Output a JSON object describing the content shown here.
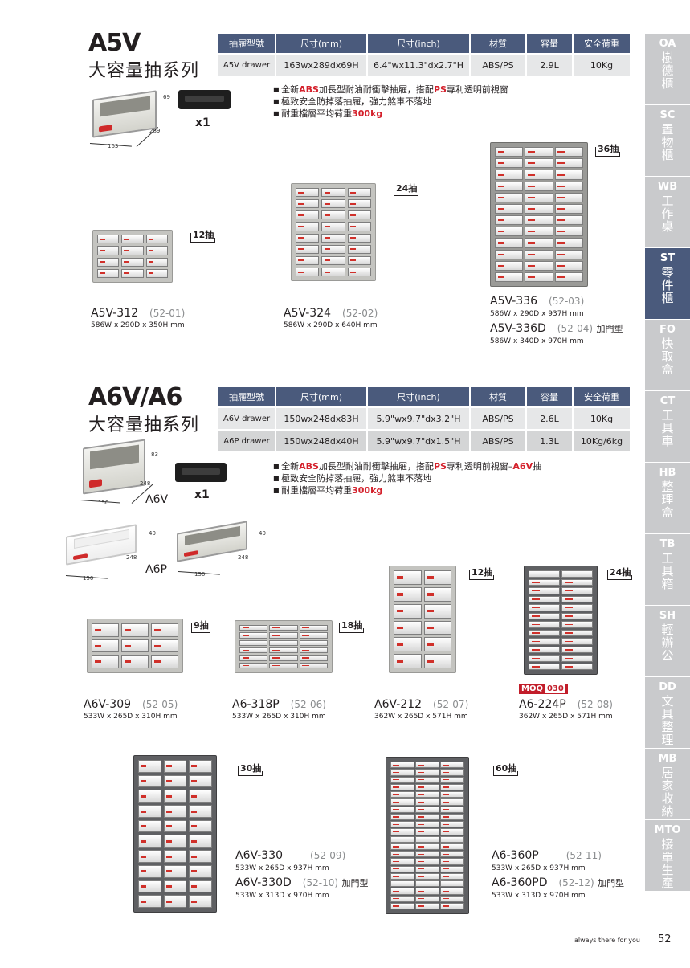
{
  "section_a5v": {
    "code": "A5V",
    "name": "大容量抽系列",
    "table": {
      "headers": [
        "抽屜型號",
        "尺寸(mm)",
        "尺寸(inch)",
        "材質",
        "容量",
        "安全荷重"
      ],
      "rows": [
        [
          "A5V drawer",
          "163wx289dx69H",
          "6.4\"wx11.3\"dx2.7\"H",
          "ABS/PS",
          "2.9L",
          "10Kg"
        ]
      ]
    },
    "features": [
      {
        "pre": "全新",
        "red": "ABS",
        "mid": "加長型耐油耐衝擊抽屜，搭配",
        "red2": "PS",
        "post": "專利透明前視窗"
      },
      {
        "pre": "極致安全防掉落抽屜，強力煞車不落地",
        "red": "",
        "mid": "",
        "red2": "",
        "post": ""
      },
      {
        "pre": "耐重檔層平均荷重",
        "red": "300kg",
        "mid": "",
        "red2": "",
        "post": ""
      }
    ],
    "drawer_dims": {
      "w": "163",
      "d": "289",
      "h": "69"
    },
    "handle_qty": "x1",
    "products": [
      {
        "badge": "12抽",
        "model": "A5V-312",
        "code": "(52-01)",
        "dims": "586W x 290D x 350H mm"
      },
      {
        "badge": "24抽",
        "model": "A5V-324",
        "code": "(52-02)",
        "dims": "586W x 290D x 640H mm"
      },
      {
        "badge": "36抽",
        "model": "A5V-336",
        "code": "(52-03)",
        "dims": "586W x 290D x 937H mm",
        "model2": "A5V-336D",
        "code2": "(52-04)",
        "door": "加門型",
        "dims2": "586W x 340D x 970H mm"
      }
    ]
  },
  "section_a6": {
    "code": "A6V/A6",
    "name": "大容量抽系列",
    "table": {
      "headers": [
        "抽屜型號",
        "尺寸(mm)",
        "尺寸(inch)",
        "材質",
        "容量",
        "安全荷重"
      ],
      "rows": [
        [
          "A6V drawer",
          "150wx248dx83H",
          "5.9\"wx9.7\"dx3.2\"H",
          "ABS/PS",
          "2.6L",
          "10Kg"
        ],
        [
          "A6P drawer",
          "150wx248dx40H",
          "5.9\"wx9.7\"dx1.5\"H",
          "ABS/PS",
          "1.3L",
          "10Kg/6kg"
        ]
      ]
    },
    "features": [
      {
        "pre": "全新",
        "red": "ABS",
        "mid": "加長型耐油耐衝擊抽屜，搭配",
        "red2": "PS",
        "post": "專利透明前視窗–",
        "red3": "A6V",
        "post2": "抽"
      },
      {
        "pre": "極致安全防掉落抽屜，強力煞車不落地",
        "red": "",
        "mid": "",
        "red2": "",
        "post": "",
        "red3": "",
        "post2": ""
      },
      {
        "pre": "耐重檔層平均荷重",
        "red": "300kg",
        "mid": "",
        "red2": "",
        "post": "",
        "red3": "",
        "post2": ""
      }
    ],
    "a6v_label": "A6V",
    "a6p_label": "A6P",
    "handle_qty": "x1",
    "a6v_dims": {
      "w": "150",
      "d": "248",
      "h": "83"
    },
    "a6p_dims": {
      "w": "150",
      "d": "248",
      "h": "40"
    },
    "a6p2_dims": {
      "w": "150",
      "d": "248",
      "h": "40"
    },
    "products": [
      {
        "badge": "9抽",
        "model": "A6V-309",
        "code": "(52-05)",
        "dims": "533W x 265D x 310H mm"
      },
      {
        "badge": "18抽",
        "model": "A6-318P",
        "code": "(52-06)",
        "dims": "533W x 265D x 310H mm"
      },
      {
        "badge": "12抽",
        "model": "A6V-212",
        "code": "(52-07)",
        "dims": "362W x 265D x 571H mm"
      },
      {
        "badge": "24抽",
        "model": "A6-224P",
        "code": "(52-08)",
        "dims": "362W x 265D x 571H mm",
        "moq_label": "MOQ",
        "moq_value": "030"
      },
      {
        "badge": "30抽",
        "model": "A6V-330",
        "code": "(52-09)",
        "dims": "533W x 265D x 937H mm",
        "model2": "A6V-330D",
        "code2": "(52-10)",
        "door": "加門型",
        "dims2": "533W x 313D x 970H mm"
      },
      {
        "badge": "60抽",
        "model": "A6-360P",
        "code": "(52-11)",
        "dims": "533W x 265D x 937H mm",
        "model2": "A6-360PD",
        "code2": "(52-12)",
        "door": "加門型",
        "dims2": "533W x 313D x 970H mm"
      }
    ]
  },
  "side_tabs": [
    {
      "abbr": "OA",
      "zh": "樹德櫃",
      "active": false
    },
    {
      "abbr": "SC",
      "zh": "置物櫃",
      "active": false
    },
    {
      "abbr": "WB",
      "zh": "工作桌",
      "active": false
    },
    {
      "abbr": "ST",
      "zh": "零件櫃",
      "active": true
    },
    {
      "abbr": "FO",
      "zh": "快取盒",
      "active": false
    },
    {
      "abbr": "CT",
      "zh": "工具車",
      "active": false
    },
    {
      "abbr": "HB",
      "zh": "整理盒",
      "active": false
    },
    {
      "abbr": "TB",
      "zh": "工具箱",
      "active": false
    },
    {
      "abbr": "SH",
      "zh": "輕辦公",
      "active": false
    },
    {
      "abbr": "DD",
      "zh": "文具整理",
      "active": false
    },
    {
      "abbr": "MB",
      "zh": "居家收納",
      "active": false
    },
    {
      "abbr": "MTO",
      "zh": "接單生產",
      "active": false
    }
  ],
  "footer": {
    "slogan": "always there for you",
    "page": "52"
  }
}
